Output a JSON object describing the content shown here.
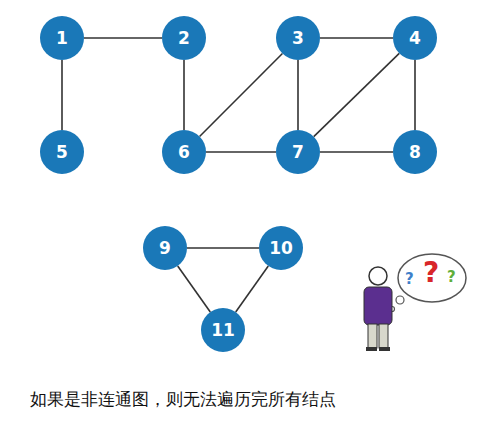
{
  "diagram": {
    "caption": "如果是非连通图，则无法遍历完所有结点",
    "nodes": [
      {
        "text": [
          "1"
        ]
      },
      {
        "text": [
          "2"
        ]
      },
      {
        "text": [
          "3"
        ]
      },
      {
        "text": [
          "4"
        ]
      },
      {
        "text": [
          "5"
        ]
      },
      {
        "text": [
          "6"
        ]
      },
      {
        "text": [
          "7"
        ]
      },
      {
        "text": [
          "8"
        ]
      },
      {
        "text": [
          "9"
        ]
      },
      {
        "text": [
          "10"
        ]
      },
      {
        "text": [
          "11"
        ]
      }
    ],
    "edges": [
      {
        "from": 0,
        "to": 1,
        "arrow": "none"
      },
      {
        "from": 0,
        "to": 4,
        "arrow": "none"
      },
      {
        "from": 1,
        "to": 5,
        "arrow": "none"
      },
      {
        "from": 2,
        "to": 3,
        "arrow": "none"
      },
      {
        "from": 2,
        "to": 5,
        "arrow": "none"
      },
      {
        "from": 2,
        "to": 6,
        "arrow": "none"
      },
      {
        "from": 3,
        "to": 6,
        "arrow": "none"
      },
      {
        "from": 3,
        "to": 7,
        "arrow": "none"
      },
      {
        "from": 5,
        "to": 6,
        "arrow": "none"
      },
      {
        "from": 6,
        "to": 7,
        "arrow": "none"
      },
      {
        "from": 8,
        "to": 9,
        "arrow": "none"
      },
      {
        "from": 8,
        "to": 10,
        "arrow": "none"
      },
      {
        "from": 9,
        "to": 10,
        "arrow": "none"
      }
    ],
    "labels": [
      "?",
      "?",
      "?"
    ]
  }
}
